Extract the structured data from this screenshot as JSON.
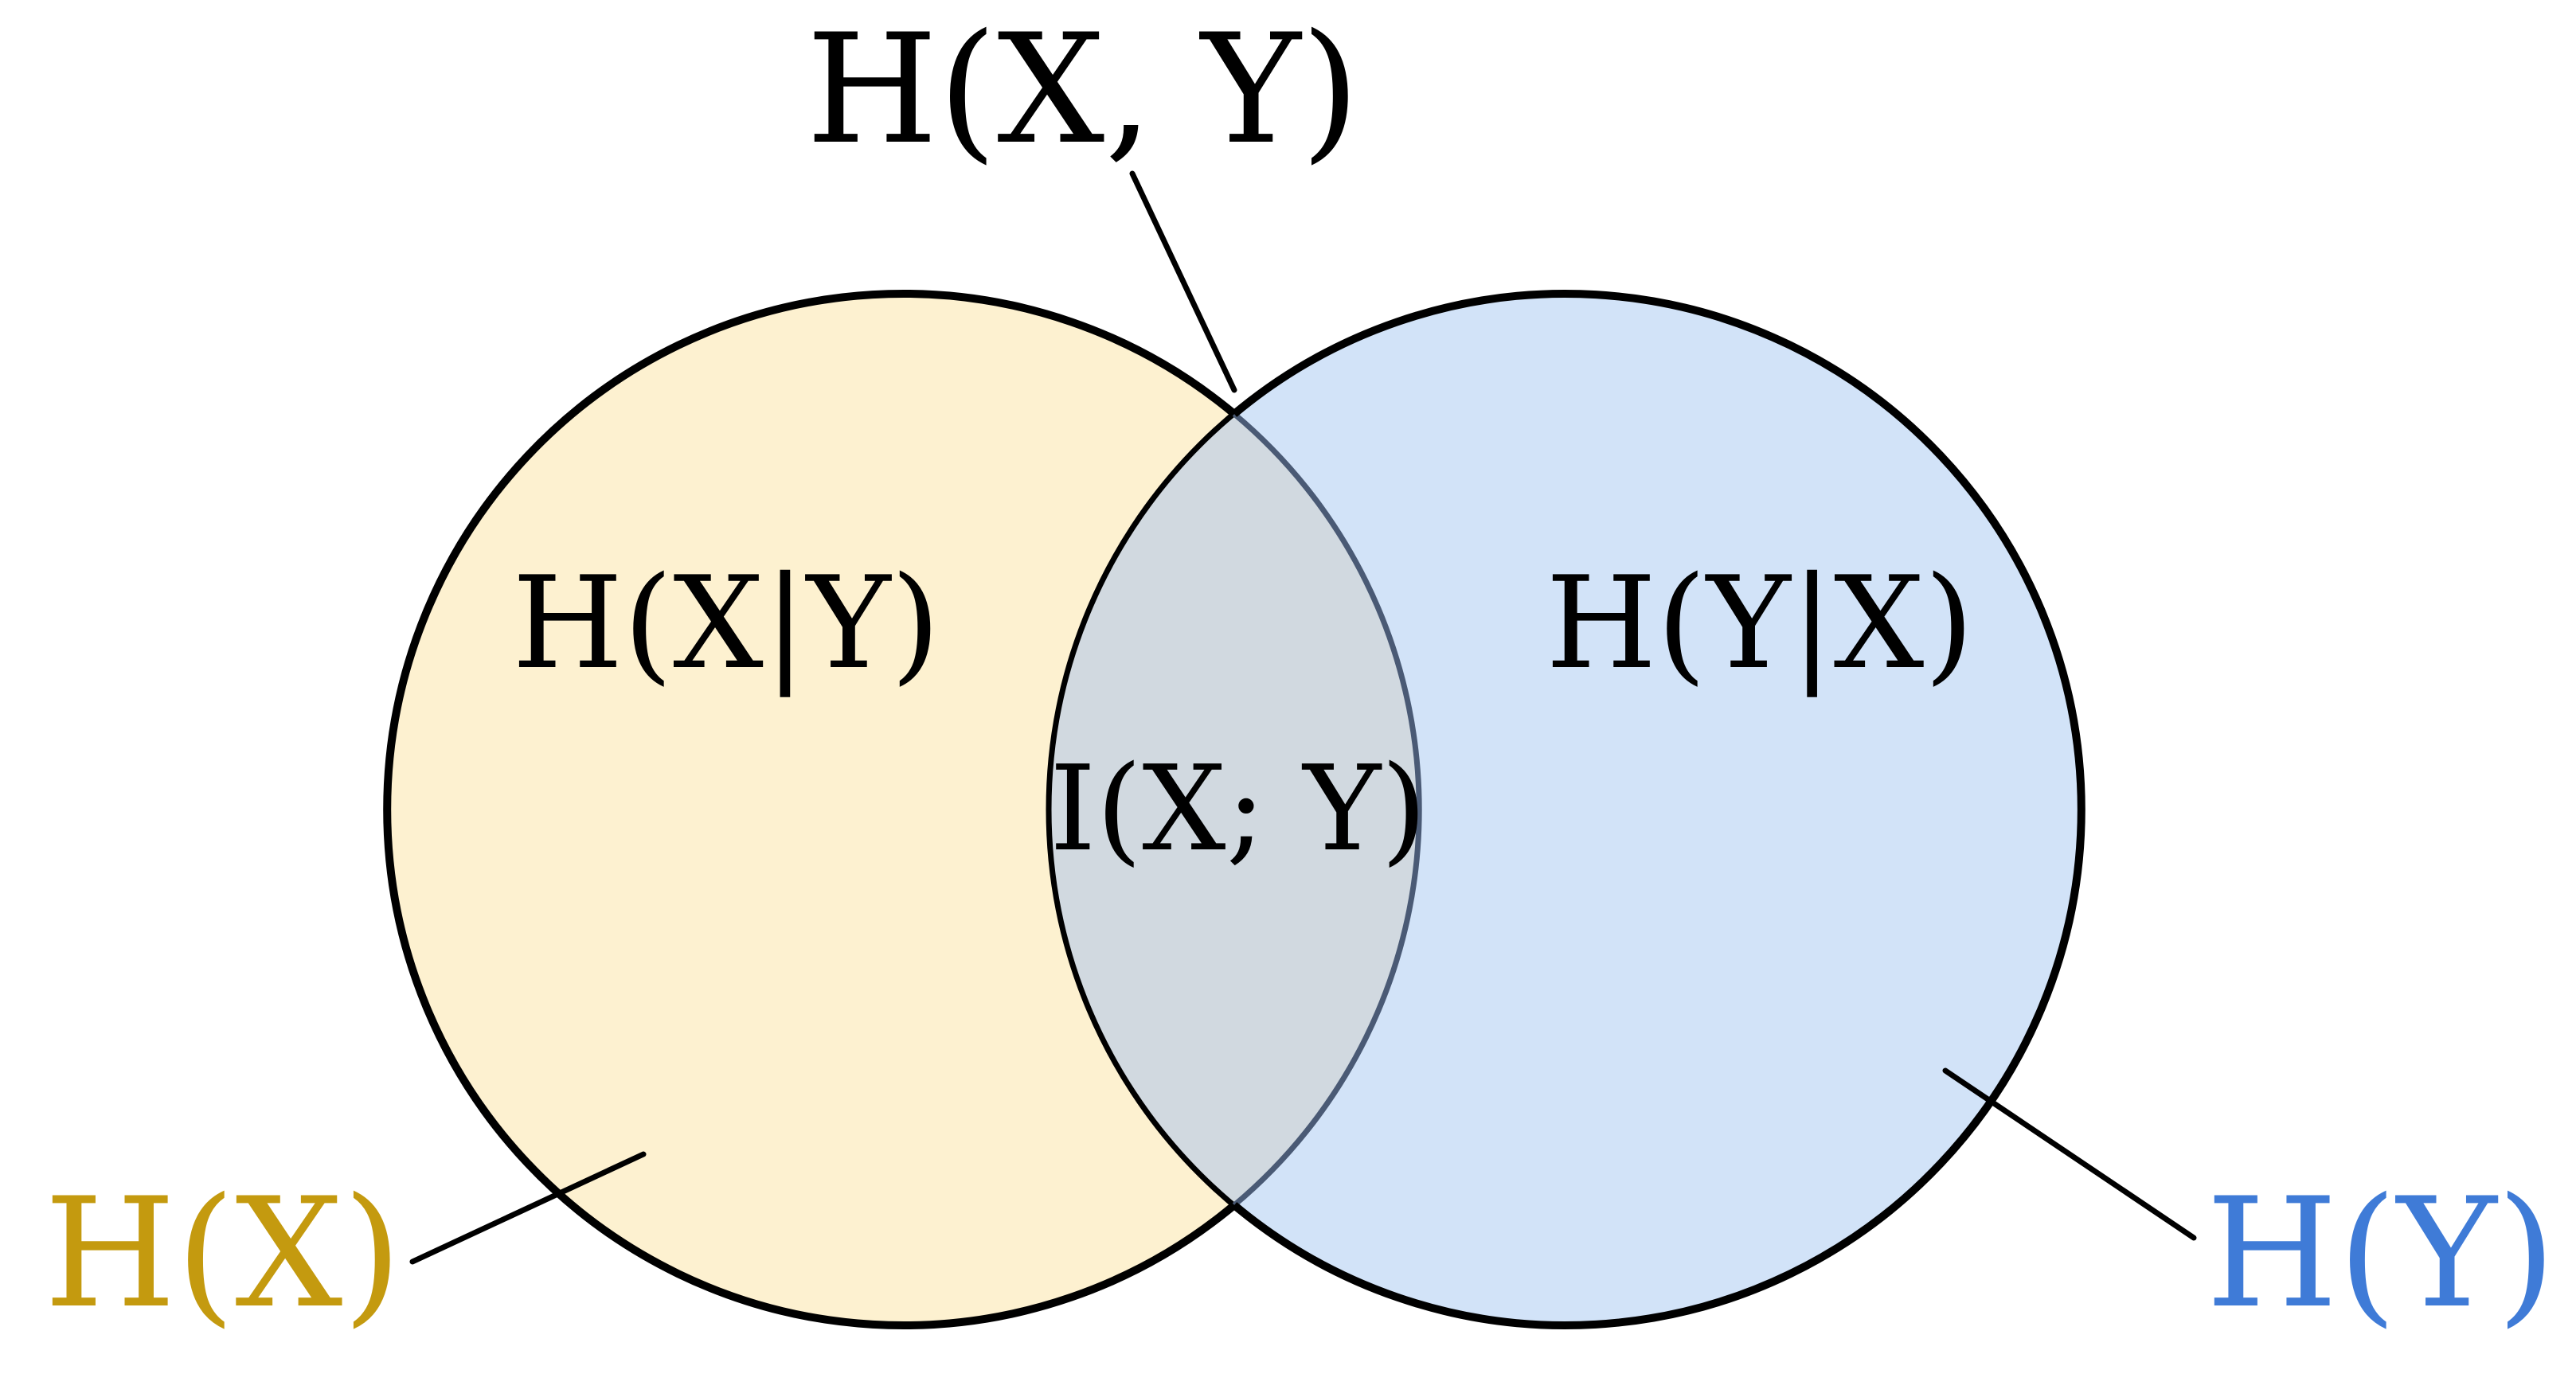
{
  "diagram": {
    "labels": {
      "joint_entropy": "H(X, Y)",
      "conditional_x_given_y": "H(X|Y)",
      "conditional_y_given_x": "H(Y|X)",
      "mutual_information": "I(X; Y)",
      "entropy_x": "H(X)",
      "entropy_y": "H(Y)"
    },
    "colors": {
      "x_fill": "#fdf1d0",
      "y_fill": "#d2e3f8",
      "overlap_fill": "#d1d9e0",
      "overlap_stroke": "#4a5a75",
      "entropy_x_text": "#c49a0f",
      "entropy_y_text": "#3f7bd7",
      "outline": "#000000"
    }
  }
}
